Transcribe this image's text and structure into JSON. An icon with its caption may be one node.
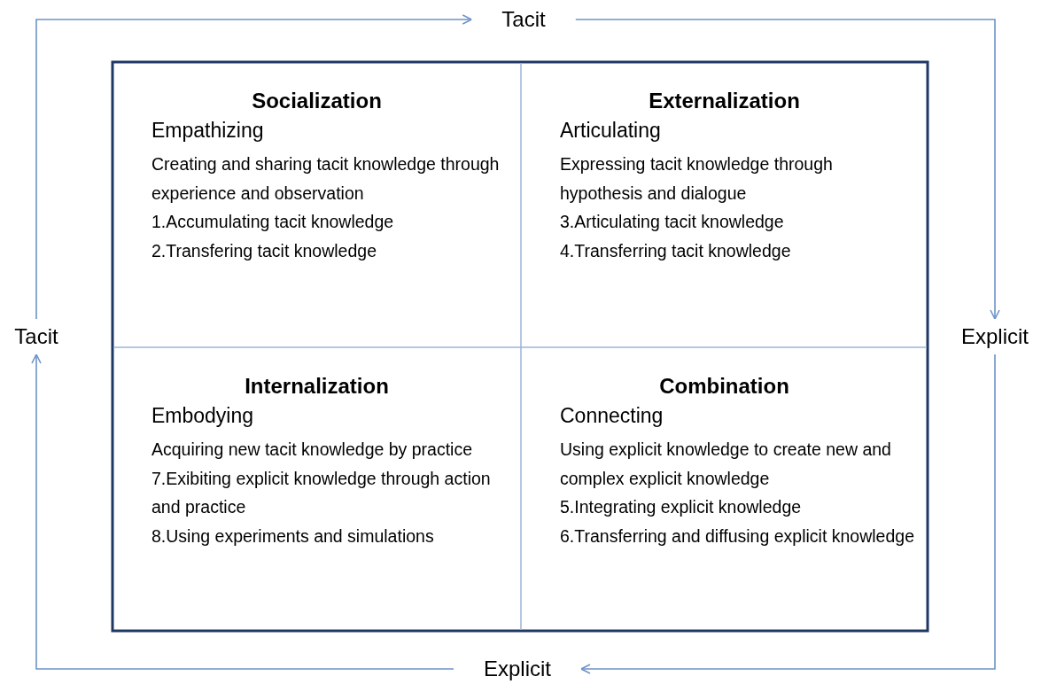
{
  "diagram": {
    "nodes": [
      {
        "text": [
          "Tacit"
        ]
      },
      {
        "text": [
          "Socialization",
          "Empathizing",
          "Creating and sharing tacit knowledge through experience and observation",
          "1.Accumulating tacit knowledge",
          "2.Transfering tacit knowledge"
        ]
      },
      {
        "text": [
          "Externalization",
          "Articulating",
          "Expressing tacit knowledge through hypothesis and dialogue",
          "3.Articulating tacit knowledge",
          "4.Transferring tacit knowledge"
        ]
      },
      {
        "text": [
          "Tacit"
        ]
      },
      {
        "text": [
          "Explicit"
        ]
      },
      {
        "text": [
          "Internalization",
          "Embodying",
          "Acquiring new tacit knowledge by practice",
          "7.Exibiting explicit knowledge through action and practice",
          "8.Using experiments and simulations"
        ]
      },
      {
        "text": [
          "Combination",
          "Connecting",
          "Using explicit knowledge to create new and complex explicit knowledge",
          "5.Integrating explicit knowledge",
          "6.Transferring and diffusing explicit knowledge"
        ]
      },
      {
        "text": [
          "Explicit"
        ]
      }
    ],
    "edges": [
      {
        "from": 3,
        "to": 0,
        "arrow": "to"
      },
      {
        "from": 0,
        "to": 4,
        "arrow": "to"
      },
      {
        "from": 4,
        "to": 7,
        "arrow": "to"
      },
      {
        "from": 7,
        "to": 3,
        "arrow": "to"
      }
    ]
  }
}
